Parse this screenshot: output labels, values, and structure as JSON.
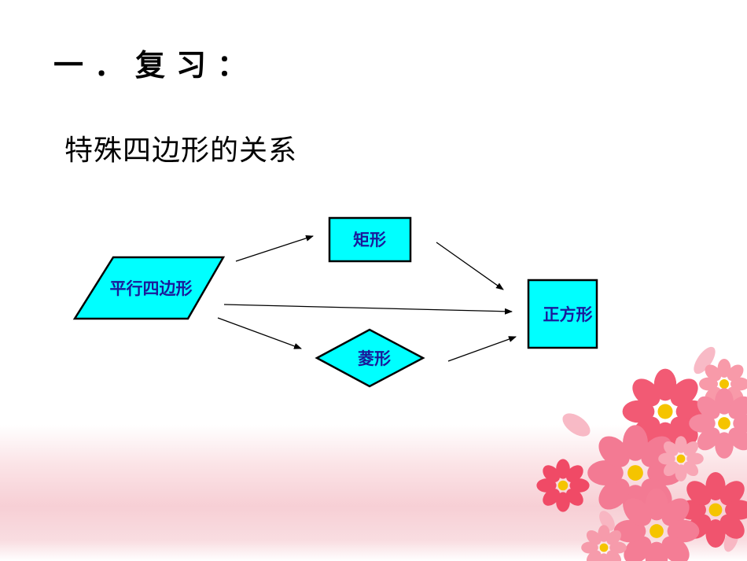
{
  "slide": {
    "title": "一．复习：",
    "subtitle": "特殊四边形的关系"
  },
  "diagram": {
    "nodes": {
      "parallelogram": "平行四边形",
      "rectangle": "矩形",
      "rhombus": "菱形",
      "square": "正方形"
    },
    "edges": [
      [
        "parallelogram",
        "rectangle"
      ],
      [
        "parallelogram",
        "square"
      ],
      [
        "parallelogram",
        "rhombus"
      ],
      [
        "rectangle",
        "square"
      ],
      [
        "rhombus",
        "square"
      ]
    ],
    "node_fill": "#00ffff",
    "node_stroke": "#000000",
    "label_color": "#1a1a9a"
  },
  "decoration": {
    "flower_color": "#f4768a",
    "flower_center_color": "#f5c400",
    "band_color": "#f7cfd5"
  }
}
